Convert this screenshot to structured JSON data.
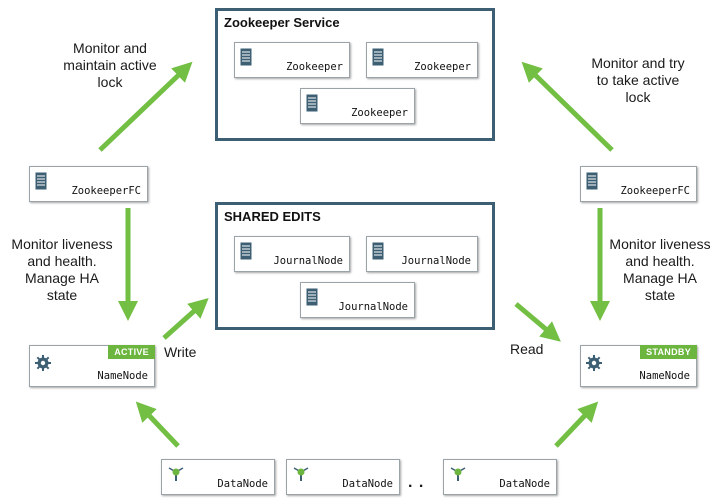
{
  "groups": {
    "zookeeper_service": {
      "title": "Zookeeper Service"
    },
    "shared_edits": {
      "title": "SHARED EDITS"
    }
  },
  "zookeeper_nodes": [
    "Zookeeper",
    "Zookeeper",
    "Zookeeper"
  ],
  "journal_nodes": [
    "JournalNode",
    "JournalNode",
    "JournalNode"
  ],
  "failover_controllers": {
    "left": "ZookeeperFC",
    "right": "ZookeeperFC"
  },
  "namenodes": {
    "active": {
      "label": "NameNode",
      "badge": "ACTIVE"
    },
    "standby": {
      "label": "NameNode",
      "badge": "STANDBY"
    }
  },
  "datanodes": [
    "DataNode",
    "DataNode",
    "DataNode"
  ],
  "ellipsis": ". .",
  "annotations": {
    "left_lock": [
      "Monitor and",
      "maintain active",
      "lock"
    ],
    "right_lock": [
      "Monitor and try",
      "to take active",
      "lock"
    ],
    "left_health": [
      "Monitor liveness",
      "and health.",
      "Manage HA",
      "state"
    ],
    "right_health": [
      "Monitor liveness",
      "and health.",
      "Manage HA",
      "state"
    ],
    "write": "Write",
    "read": "Read"
  },
  "colors": {
    "arrow": "#72bf44",
    "group_border": "#3d5f74",
    "badge": "#6cb53e",
    "icon": "#3d5f74"
  },
  "icons": {
    "server": "server-icon",
    "gear": "gear-icon",
    "network": "network-node-icon"
  }
}
